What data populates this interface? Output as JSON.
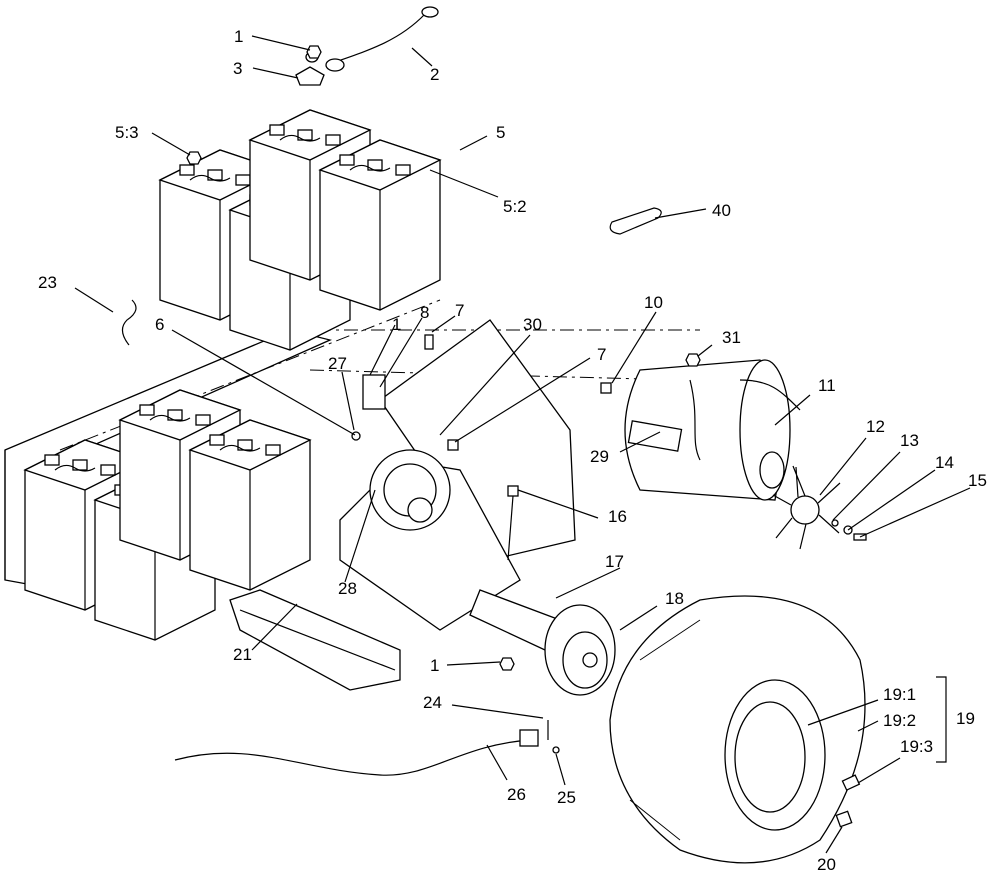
{
  "callouts": {
    "c1a": "1",
    "c2": "2",
    "c3": "3",
    "c5_3": "5:3",
    "c5": "5",
    "c5_2": "5:2",
    "c40": "40",
    "c23": "23",
    "c6": "6",
    "c8": "8",
    "c7a": "7",
    "c1b": "1",
    "c30": "30",
    "c27": "27",
    "c7b": "7",
    "c10": "10",
    "c31": "31",
    "c11": "11",
    "c12": "12",
    "c13": "13",
    "c14": "14",
    "c15": "15",
    "c29": "29",
    "c16": "16",
    "c17": "17",
    "c18": "18",
    "c21": "21",
    "c28": "28",
    "c1c": "1",
    "c24": "24",
    "c19_1": "19:1",
    "c19_2": "19:2",
    "c19_3": "19:3",
    "c19": "19",
    "c26": "26",
    "c25": "25",
    "c20": "20"
  }
}
